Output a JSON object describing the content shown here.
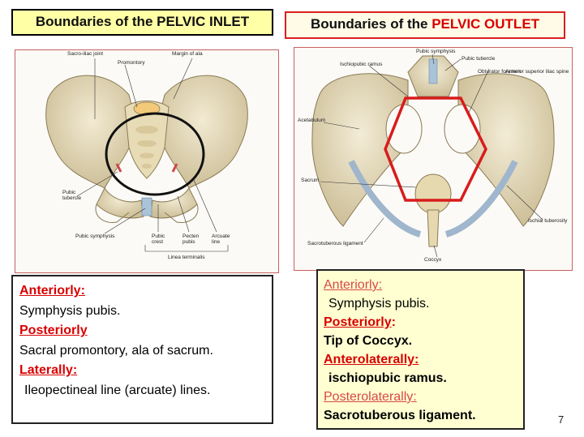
{
  "inlet": {
    "title": "Boundaries of the PELVIC INLET",
    "figure_labels": {
      "sacroiliac": "Sacro-iliac joint",
      "promontory": "Promontory",
      "margin_ala": "Margin of ala",
      "pubic_tubercle": "Pubic\ntubercle",
      "pubic_symphysis": "Pubic symphysis",
      "pubic_crest": "Pubic\ncrest",
      "pecten": "Pecten\npubis",
      "arcuate": "Arcuate\nline",
      "linea": "Linea terminalis"
    },
    "text": {
      "h1": "Anteriorly:",
      "t1": "Symphysis pubis.",
      "h2": "Posteriorly",
      "t2": "Sacral promontory, ala of sacrum.",
      "h3": "Laterally:",
      "t3": "Ileopectineal line (arcuate) lines."
    }
  },
  "outlet": {
    "title_prefix": "Boundaries of the ",
    "title_highlight": "PELVIC OUTLET",
    "figure_labels": {
      "pubic_symphysis": "Pubic symphysis",
      "pubic_tubercle": "Pubic tubercle",
      "ischiopubic": "Ischiopubic ramus",
      "obturator": "Obturator foramen",
      "asis": "Anterior superior iliac spine",
      "acetabulum": "Acetabulum",
      "sacrum": "Sacrum",
      "ischial_tub": "Ischial tuberosity",
      "sacrotuberous": "Sacrotuberous ligament",
      "coccyx": "Coccyx"
    },
    "text": {
      "h1": "Anteriorly:",
      "t1": "Symphysis pubis.",
      "h2": "Posteriorly",
      "h2_colon": ":",
      "t2": "Tip of Coccyx.",
      "h3": "Anterolaterally:",
      "t3": "ischiopubic ramus.",
      "h4": "Posterolaterally:",
      "t4": "Sacrotuberous ligament."
    }
  },
  "page_number": "7",
  "colors": {
    "heading_red": "#d80000",
    "outlet_box_bg": "#ffffd2",
    "inlet_title_bg": "#ffffa6",
    "bone": "#e6dcc0"
  }
}
